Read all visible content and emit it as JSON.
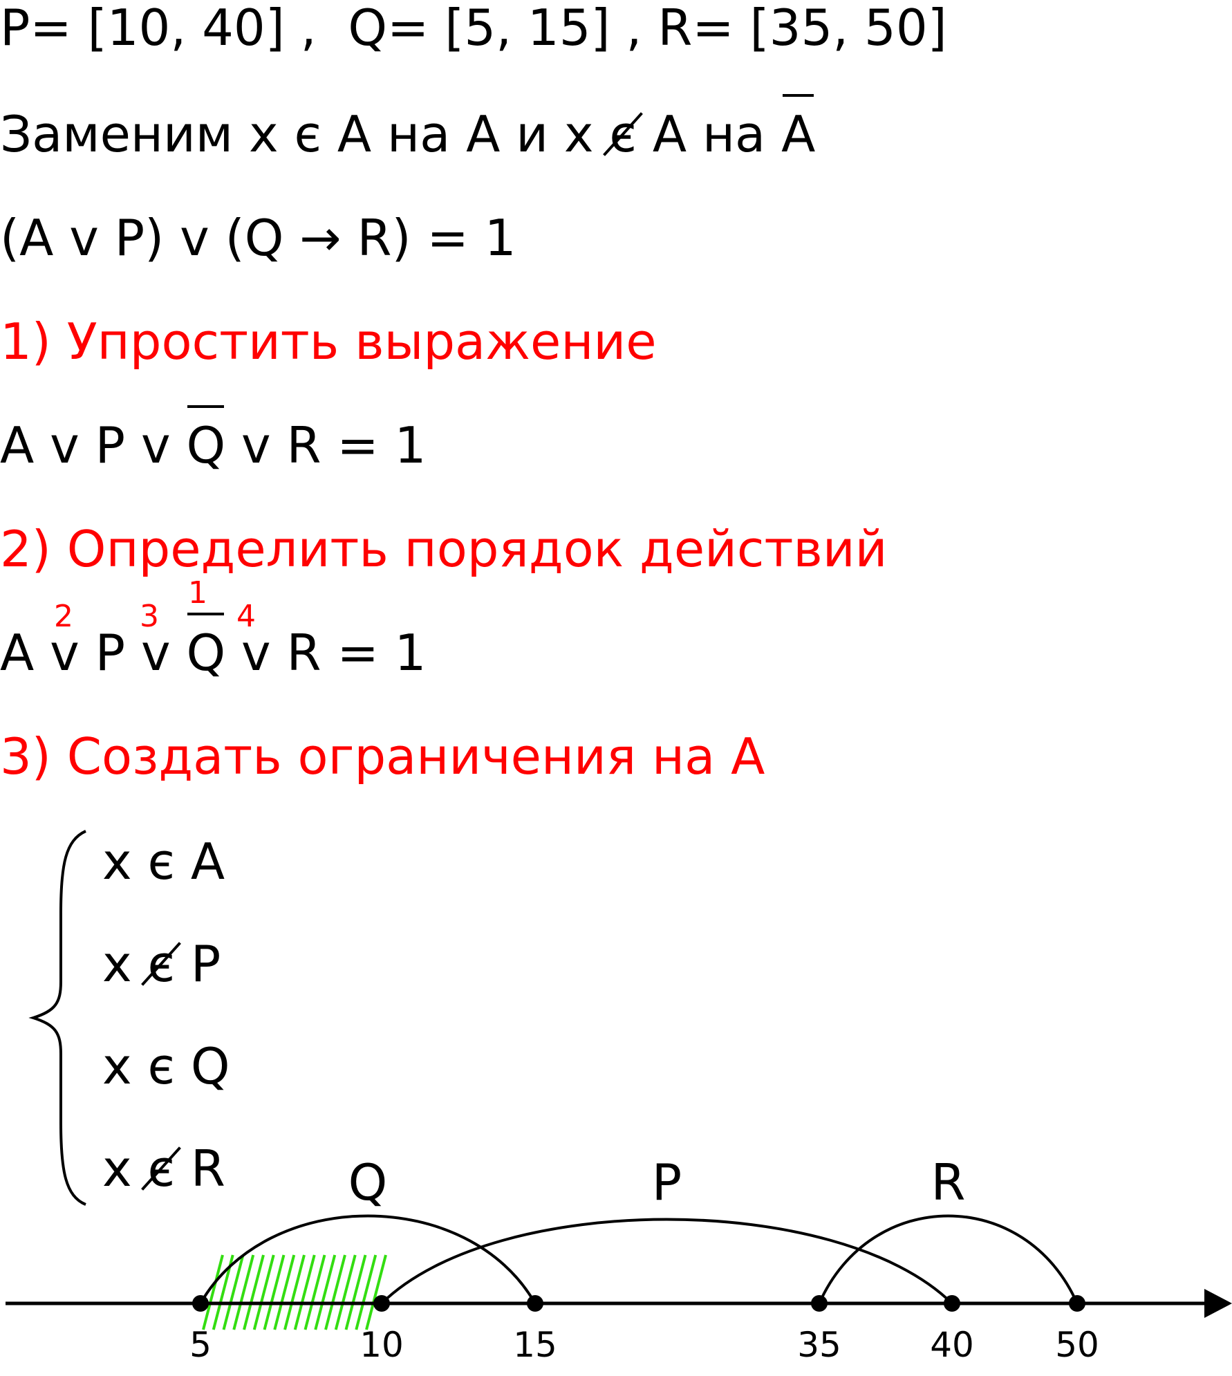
{
  "line1": {
    "p": "P= [10, 40] ,",
    "q": "Q= [5, 15] ,",
    "r": "R= [35, 50]"
  },
  "line2": {
    "t1": "Заменим x",
    "in": "є",
    "t2": "A на A и x",
    "notin": "є",
    "t3": "A на",
    "a_bar": "A"
  },
  "line3": "(A v P) v (Q",
  "line3_arrow": "→",
  "line3_end": "R) = 1",
  "step1": "1) Упростить выражение",
  "expr1": {
    "t1": "A v P v",
    "q": "Q",
    "t2": "v R = 1"
  },
  "step2": "2) Определить порядок действий",
  "expr2": {
    "a": "A",
    "v1": "v",
    "p": "P",
    "v2": "v",
    "q": "Q",
    "v3": "v",
    "rest": "R = 1",
    "order": [
      "1",
      "2",
      "3",
      "4"
    ]
  },
  "step3": "3) Создать ограничения на A",
  "system": [
    {
      "x": "x",
      "rel": "є",
      "set": "A",
      "negated": false
    },
    {
      "x": "x",
      "rel": "є",
      "set": "P",
      "negated": true
    },
    {
      "x": "x",
      "rel": "є",
      "set": "Q",
      "negated": false
    },
    {
      "x": "x",
      "rel": "є",
      "set": "R",
      "negated": true
    }
  ],
  "number_line": {
    "ticks": [
      "5",
      "10",
      "15",
      "35",
      "40",
      "50"
    ],
    "intervals": [
      {
        "name": "Q",
        "from": 5,
        "to": 15
      },
      {
        "name": "P",
        "from": 10,
        "to": 40
      },
      {
        "name": "R",
        "from": 35,
        "to": 50
      }
    ],
    "shaded": {
      "from": 5,
      "to": 10
    },
    "colors": {
      "text_red": "#ff0000",
      "hatch": "#33dd11",
      "ink": "#000000"
    }
  }
}
